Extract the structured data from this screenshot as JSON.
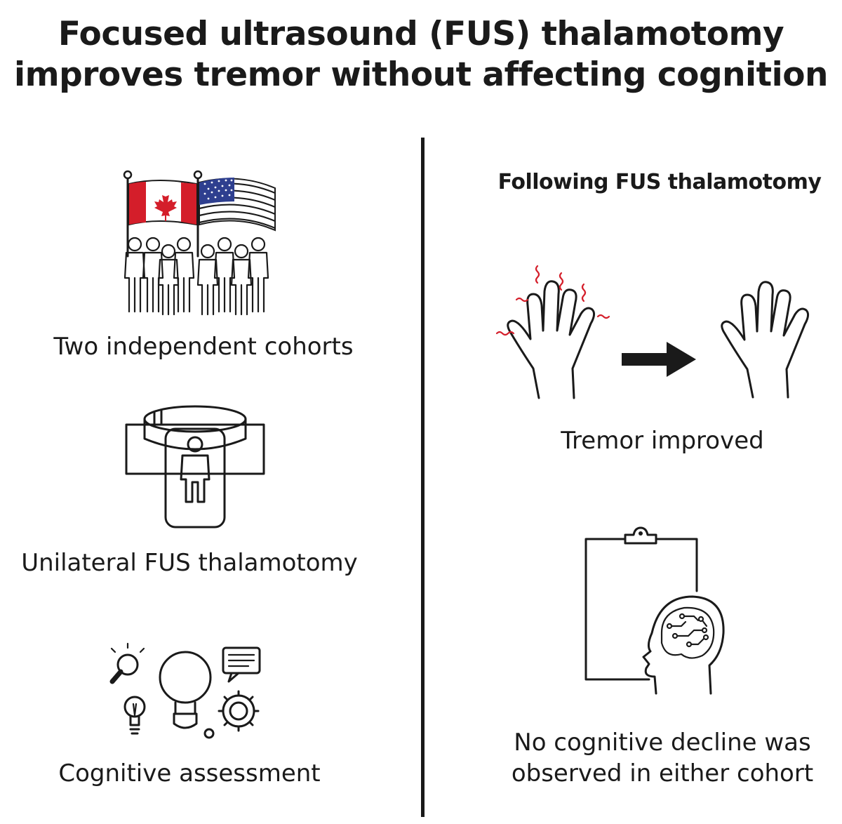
{
  "title": {
    "line1": "Focused ultrasound (FUS) thalamotomy",
    "line2": "improves tremor without affecting cognition"
  },
  "left": {
    "cohorts_caption": "Two independent cohorts",
    "fus_caption": "Unilateral FUS thalamotomy",
    "cognitive_caption": "Cognitive assessment"
  },
  "right": {
    "subheading": "Following FUS thalamotomy",
    "tremor_caption": "Tremor improved",
    "decline_caption_line1": "No cognitive decline was",
    "decline_caption_line2": "observed in either cohort"
  },
  "colors": {
    "ink": "#1a1a1a",
    "flag_red": "#d41e2a",
    "flag_blue": "#2e3f8f",
    "tremor_red": "#d41e2a",
    "background": "#ffffff"
  },
  "icons": [
    "canada-flag-icon",
    "usa-flag-icon",
    "people-group-icon",
    "mri-scanner-icon",
    "magnifier-icon",
    "lightbulb-icon",
    "gear-icon",
    "speech-bubble-icon",
    "shaking-hand-icon",
    "arrow-right-icon",
    "steady-hand-icon",
    "clipboard-icon",
    "brain-circuit-head-icon"
  ]
}
